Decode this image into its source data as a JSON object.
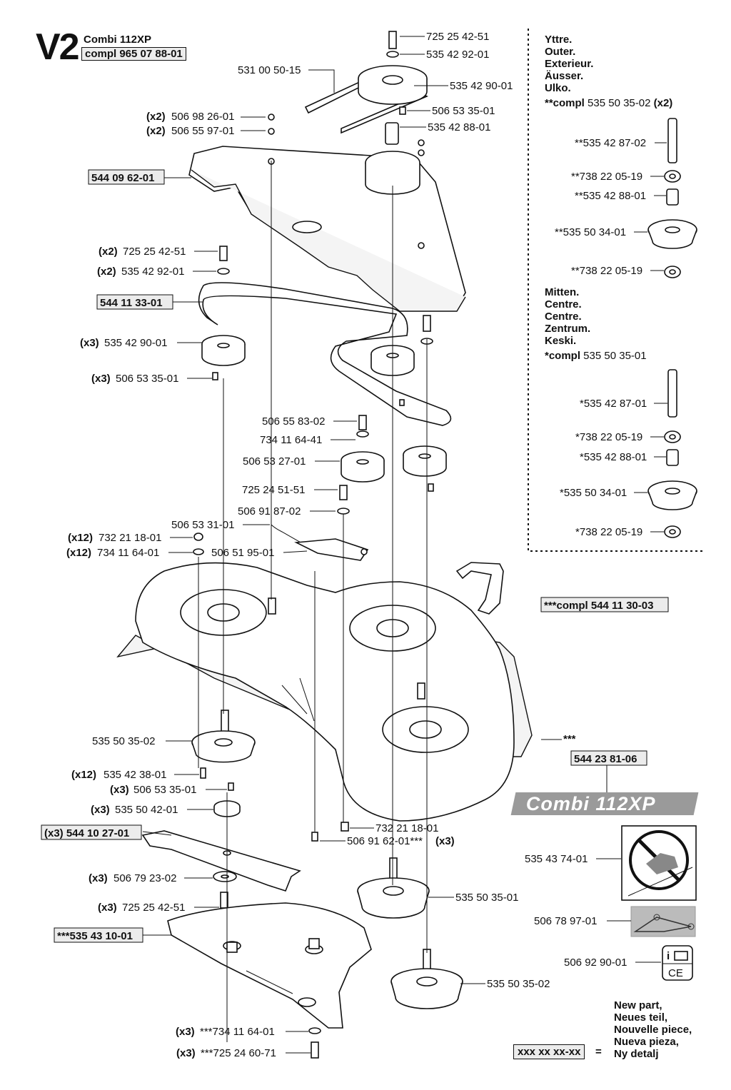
{
  "header": {
    "code": "V2",
    "model": "Combi 112XP",
    "compl": "compl 965 07 88-01"
  },
  "side_panel": {
    "outer": [
      "Yttre.",
      "Outer.",
      "Exterieur.",
      "Äusser.",
      "Ulko."
    ],
    "outer_compl_prefix": "**compl",
    "outer_compl_num": " 535 50 35-02 ",
    "outer_compl_qty": "(x2)",
    "outer_parts": [
      "**535 42 87-02",
      "**738 22 05-19",
      "**535 42 88-01",
      "**535 50 34-01",
      "**738 22 05-19"
    ],
    "centre": [
      "Mitten.",
      "Centre.",
      "Centre.",
      "Zentrum.",
      "Keski."
    ],
    "centre_compl_prefix": "*compl",
    "centre_compl_num": " 535 50 35-01",
    "centre_parts": [
      "*535 42 87-01",
      "*738 22 05-19",
      "*535 42 88-01",
      "*535 50 34-01",
      "*738 22 05-19"
    ]
  },
  "labels": {
    "p1": "725 25 42-51",
    "p2": "535 42 92-01",
    "p3": "531 00 50-15",
    "p4": "535 42 90-01",
    "p5": "506 53 35-01",
    "p6": "535 42 88-01",
    "p7_qty": "(x2)",
    "p7": "506 98 26-01",
    "p8_qty": "(x2)",
    "p8": "506 55 97-01",
    "p9": "544 09 62-01",
    "p10_qty": "(x2)",
    "p10": "725 25 42-51",
    "p11_qty": "(x2)",
    "p11": "535 42 92-01",
    "p12": "544 11 33-01",
    "p13_qty": "(x3)",
    "p13": "535 42 90-01",
    "p14_qty": "(x3)",
    "p14": "506 53 35-01",
    "p15": "506 55 83-02",
    "p16": "734 11 64-41",
    "p17": "506 53 27-01",
    "p18": "725 24 51-51",
    "p19": "506 91 87-02",
    "p20": "506 53 31-01",
    "p21_qty": "(x12)",
    "p21": "732 21 18-01",
    "p22_qty": "(x12)",
    "p22": "734 11 64-01",
    "p23": "506 51 95-01",
    "p24": "***compl 544 11 30-03",
    "p25": "***",
    "p26": "544 23 81-06",
    "p27": "535 50 35-02",
    "p28_qty": "(x12)",
    "p28": "535 42 38-01",
    "p29_qty": "(x3)",
    "p29": "506 53 35-01",
    "p30_qty": "(x3)",
    "p30": "535 50 42-01",
    "p31": "(x3) 544 10 27-01",
    "p32": "732 21 18-01",
    "p33": "506 91 62-01***",
    "p33_qty": "(x3)",
    "p34_qty": "(x3)",
    "p34": "506 79 23-02",
    "p35": "535 50 35-01",
    "p36_qty": "(x3)",
    "p36": "725 25 42-51",
    "p37": "***535 43 10-01",
    "p38": "535 50 35-02",
    "p39_qty": "(x3)",
    "p39": "***734 11 64-01",
    "p40_qty": "(x3)",
    "p40": "***725 24 60-71",
    "p41": "535 43 74-01",
    "p42": "506 78 97-01",
    "p43": "506 92 90-01"
  },
  "combi_logo": "Combi 112XP",
  "legend": {
    "box": "xxx xx xx-xx",
    "eq": "=",
    "lines": [
      "New part,",
      "Neues teil,",
      "Nouvelle piece,",
      "Nueva pieza,",
      "Ny detalj"
    ]
  }
}
